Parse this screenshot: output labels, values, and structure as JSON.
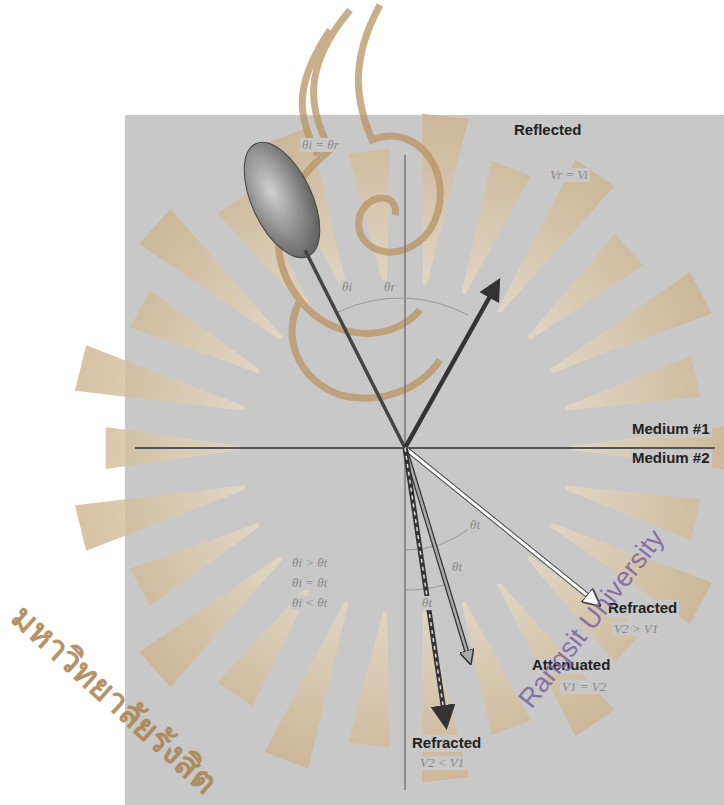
{
  "diagram": {
    "labels": [
      "Vr = Vi",
      "θi = θr",
      "Reflected",
      "θi",
      "θr",
      "Medium #1",
      "Medium #2",
      "θt",
      "θt",
      "θt",
      "Refracted",
      "V2 > V1",
      "Attenuated",
      "V1 = V2",
      "Refracted",
      "V2 < V1",
      "θi > θt",
      "θi = θt",
      "θi < θt",
      "มหาวิทยาลัยรังสิต",
      "Rangsit University"
    ]
  }
}
